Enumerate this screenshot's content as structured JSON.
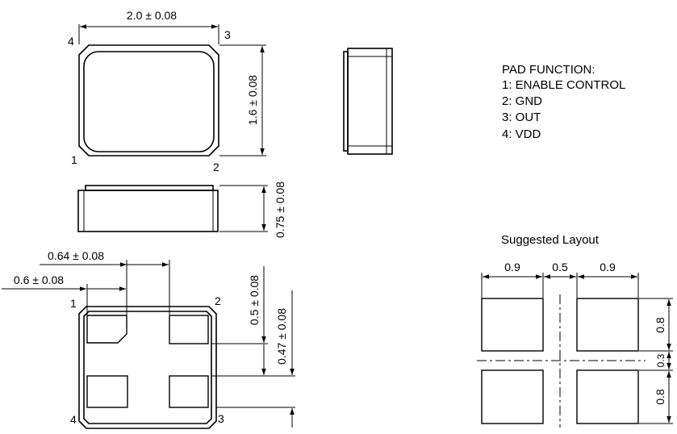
{
  "top_view": {
    "width_dim": "2.0 ± 0.08",
    "height_dim": "1.6 ± 0.08",
    "pins": {
      "p1": "1",
      "p2": "2",
      "p3": "3",
      "p4": "4"
    }
  },
  "side_view": {
    "thickness_dim": "0.75 ± 0.08"
  },
  "bottom_view": {
    "pad_pitch_dim": "0.64 ± 0.08",
    "pad_width_dim": "0.6 ± 0.08",
    "pad_height_dim": "0.5 ± 0.08",
    "pad_offset_dim": "0.47 ± 0.08",
    "pins": {
      "p1": "1",
      "p2": "2",
      "p3": "3",
      "p4": "4"
    }
  },
  "pad_function": {
    "title": "PAD FUNCTION:",
    "items": [
      "1: ENABLE CONTROL",
      "2: GND",
      "3: OUT",
      "4: VDD"
    ]
  },
  "suggested_layout": {
    "title": "Suggested Layout",
    "dim_left": "0.9",
    "dim_gap": "0.5",
    "dim_right": "0.9",
    "dim_top": "0.8",
    "dim_mid": "0.3",
    "dim_bottom": "0.8"
  }
}
